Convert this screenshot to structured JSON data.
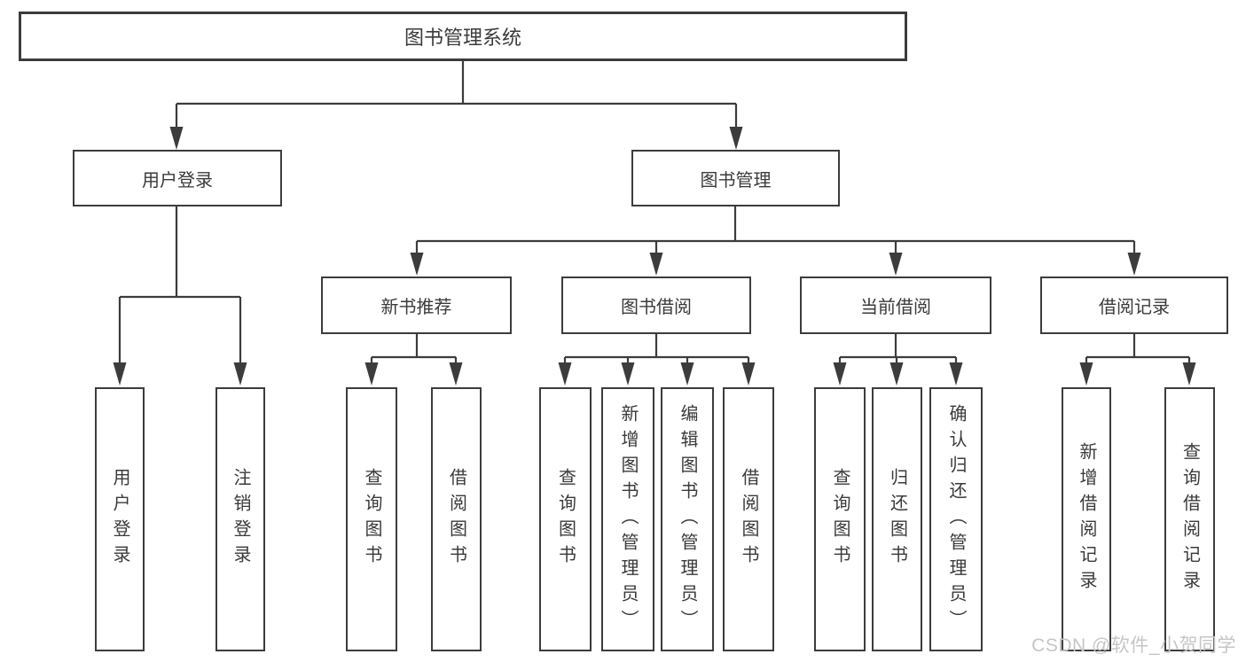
{
  "tree": {
    "root": "图书管理系统",
    "branches": [
      {
        "label": "用户登录",
        "children": [
          {
            "label": "用户登录"
          },
          {
            "label": "注销登录"
          }
        ]
      },
      {
        "label": "图书管理",
        "children": [
          {
            "label": "新书推荐",
            "children": [
              {
                "label": "查询图书"
              },
              {
                "label": "借阅图书"
              }
            ]
          },
          {
            "label": "图书借阅",
            "children": [
              {
                "label": "查询图书"
              },
              {
                "label": "新增图书（管理员）"
              },
              {
                "label": "编辑图书（管理员）"
              },
              {
                "label": "借阅图书"
              }
            ]
          },
          {
            "label": "当前借阅",
            "children": [
              {
                "label": "查询图书"
              },
              {
                "label": "归还图书"
              },
              {
                "label": "确认归还（管理员）"
              }
            ]
          },
          {
            "label": "借阅记录",
            "children": [
              {
                "label": "新增借阅记录"
              },
              {
                "label": "查询借阅记录"
              }
            ]
          }
        ]
      }
    ]
  },
  "watermark": "CSDN @软件_小贺同学",
  "colors": {
    "line": "#3c3c3c",
    "box-border": "#3c3c3c",
    "text": "#3a3a3a",
    "watermark": "#c6c6c6",
    "background": "#ffffff"
  }
}
